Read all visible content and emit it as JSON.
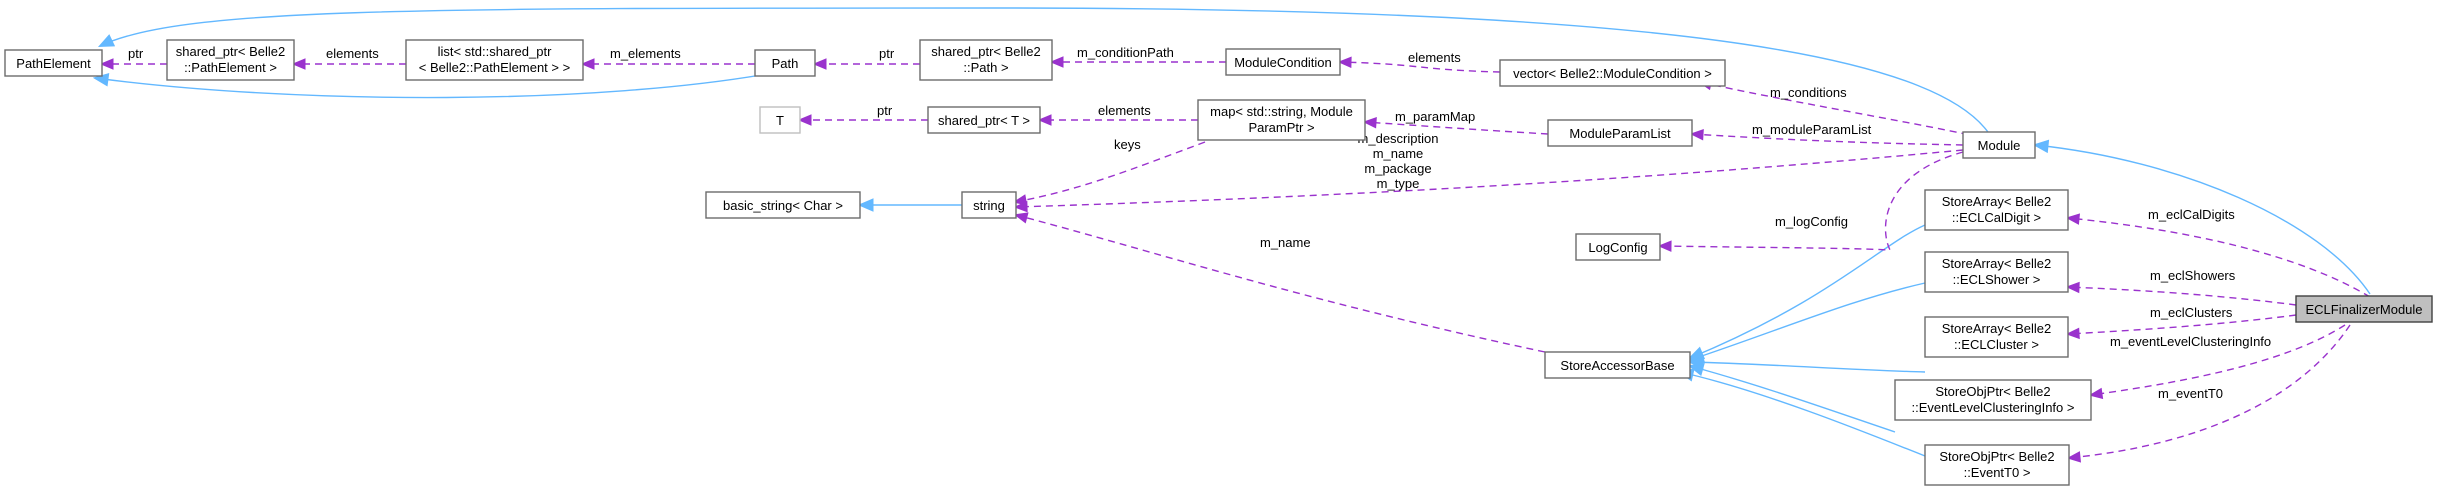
{
  "diagram": {
    "nodes": {
      "PathElement": [
        "PathElement"
      ],
      "SharedPtrPathElement": [
        "shared_ptr< Belle2",
        "::PathElement >"
      ],
      "ListSharedPtr": [
        "list< std::shared_ptr",
        "< Belle2::PathElement > >"
      ],
      "Path": [
        "Path"
      ],
      "SharedPtrPath": [
        "shared_ptr< Belle2",
        "::Path >"
      ],
      "ModuleCondition": [
        "ModuleCondition"
      ],
      "VectorModuleCondition": [
        "vector< Belle2::ModuleCondition >"
      ],
      "T": [
        "T"
      ],
      "SharedPtrT": [
        "shared_ptr< T >"
      ],
      "MapString": [
        "map< std::string, Module",
        "ParamPtr >"
      ],
      "ModuleParamList": [
        "ModuleParamList"
      ],
      "Module": [
        "Module"
      ],
      "BasicString": [
        "basic_string< Char >"
      ],
      "String": [
        "string"
      ],
      "LogConfig": [
        "LogConfig"
      ],
      "StoreAccessorBase": [
        "StoreAccessorBase"
      ],
      "StoreArrayCalDigit": [
        "StoreArray< Belle2",
        "::ECLCalDigit >"
      ],
      "StoreArrayShower": [
        "StoreArray< Belle2",
        "::ECLShower >"
      ],
      "StoreArrayCluster": [
        "StoreArray< Belle2",
        "::ECLCluster >"
      ],
      "StoreObjPtrClustering": [
        "StoreObjPtr< Belle2",
        "::EventLevelClusteringInfo >"
      ],
      "StoreObjPtrEventT0": [
        "StoreObjPtr< Belle2",
        "::EventT0 >"
      ],
      "ECLFinalizerModule": [
        "ECLFinalizerModule"
      ]
    },
    "edge_labels": {
      "ptr_pe": "ptr",
      "elements_list": "elements",
      "m_elements": "m_elements",
      "ptr_path": "ptr",
      "m_conditionPath": "m_conditionPath",
      "elements_vec": "elements",
      "ptr_t": "ptr",
      "elements_map": "elements",
      "m_paramMap": "m_paramMap",
      "m_conditions": "m_conditions",
      "m_moduleParamList": "m_moduleParamList",
      "keys": "keys",
      "m_string_members": [
        "m_description",
        "m_name",
        "m_package",
        "m_type"
      ],
      "m_name": "m_name",
      "m_logConfig": "m_logConfig",
      "m_eclCalDigits": "m_eclCalDigits",
      "m_eclShowers": "m_eclShowers",
      "m_eclClusters": "m_eclClusters",
      "m_eventLevelClusteringInfo": "m_eventLevelClusteringInfo",
      "m_eventT0": "m_eventT0"
    }
  }
}
